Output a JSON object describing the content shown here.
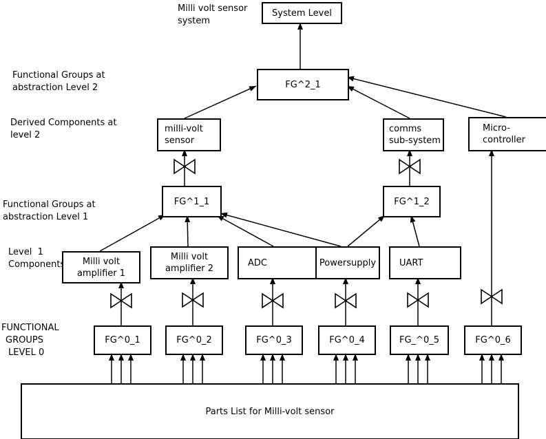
{
  "diagram": {
    "note": {
      "line1": "Milli volt sensor",
      "line2": "system"
    },
    "side_labels": {
      "fg_level2": {
        "line1": "Functional Groups at",
        "line2": "abstraction Level 2"
      },
      "derived_level2": {
        "line1": "Derived Components at",
        "line2": "level 2"
      },
      "fg_level1": {
        "line1": "Functional Groups at",
        "line2": "abstraction Level 1"
      },
      "components_level1": {
        "line1": "Level  1",
        "line2": "Components"
      },
      "fg_level0": {
        "line1": "FUNCTIONAL",
        "line2": "GROUPS",
        "line3": "LEVEL 0"
      }
    },
    "boxes": {
      "system_level": {
        "label": "System Level"
      },
      "fg2_1": {
        "label": "FG^2_1"
      },
      "mv_sensor": {
        "line1": "milli-volt",
        "line2": "sensor"
      },
      "comms": {
        "line1": "comms",
        "line2": "sub-system"
      },
      "micro": {
        "line1": "Micro-",
        "line2": "controller"
      },
      "fg1_1": {
        "label": "FG^1_1"
      },
      "fg1_2": {
        "label": "FG^1_2"
      },
      "amp1": {
        "line1": "Milli volt",
        "line2": "amplifier 1"
      },
      "amp2": {
        "line1": "Milli volt",
        "line2": "amplifier 2"
      },
      "adc": {
        "label": "ADC"
      },
      "psu": {
        "label": "Powersupply"
      },
      "uart": {
        "label": "UART"
      },
      "fg0_1": {
        "label": "FG^0_1"
      },
      "fg0_2": {
        "label": "FG^0_2"
      },
      "fg0_3": {
        "label": "FG^0_3"
      },
      "fg0_4": {
        "label": "FG^0_4"
      },
      "fg0_5": {
        "label": "FG_^0_5"
      },
      "fg0_6": {
        "label": "FG^0_6"
      },
      "parts_list": {
        "label": "Parts List for Milli-volt sensor"
      }
    },
    "colors": {
      "line": "#000000",
      "box_background": "#ffffff"
    }
  }
}
